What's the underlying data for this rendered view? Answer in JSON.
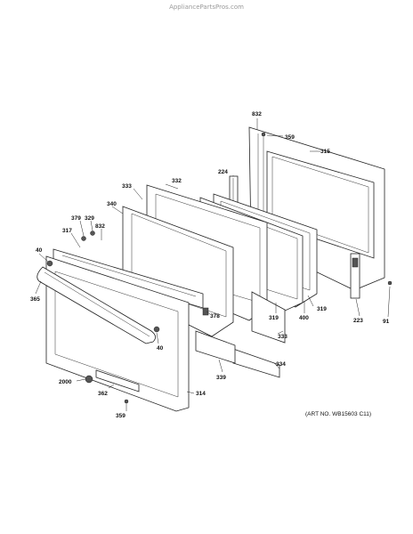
{
  "watermark": "AppliancePartsPros.com",
  "art_number": "(ART NO. WB15603 C11)",
  "callouts": [
    {
      "id": "832a",
      "text": "832"
    },
    {
      "id": "359a",
      "text": "359"
    },
    {
      "id": "315",
      "text": "315"
    },
    {
      "id": "224",
      "text": "224"
    },
    {
      "id": "332",
      "text": "332"
    },
    {
      "id": "333a",
      "text": "333"
    },
    {
      "id": "340",
      "text": "340"
    },
    {
      "id": "379",
      "text": "379"
    },
    {
      "id": "329",
      "text": "329"
    },
    {
      "id": "832b",
      "text": "832"
    },
    {
      "id": "317",
      "text": "317"
    },
    {
      "id": "40a",
      "text": "40"
    },
    {
      "id": "365",
      "text": "365"
    },
    {
      "id": "378",
      "text": "378"
    },
    {
      "id": "40b",
      "text": "40"
    },
    {
      "id": "319a",
      "text": "319"
    },
    {
      "id": "400",
      "text": "400"
    },
    {
      "id": "319b",
      "text": "319"
    },
    {
      "id": "223",
      "text": "223"
    },
    {
      "id": "91",
      "text": "91"
    },
    {
      "id": "333b",
      "text": "333"
    },
    {
      "id": "339",
      "text": "339"
    },
    {
      "id": "334",
      "text": "334"
    },
    {
      "id": "2000",
      "text": "2000"
    },
    {
      "id": "362",
      "text": "362"
    },
    {
      "id": "314",
      "text": "314"
    },
    {
      "id": "359b",
      "text": "359"
    }
  ]
}
